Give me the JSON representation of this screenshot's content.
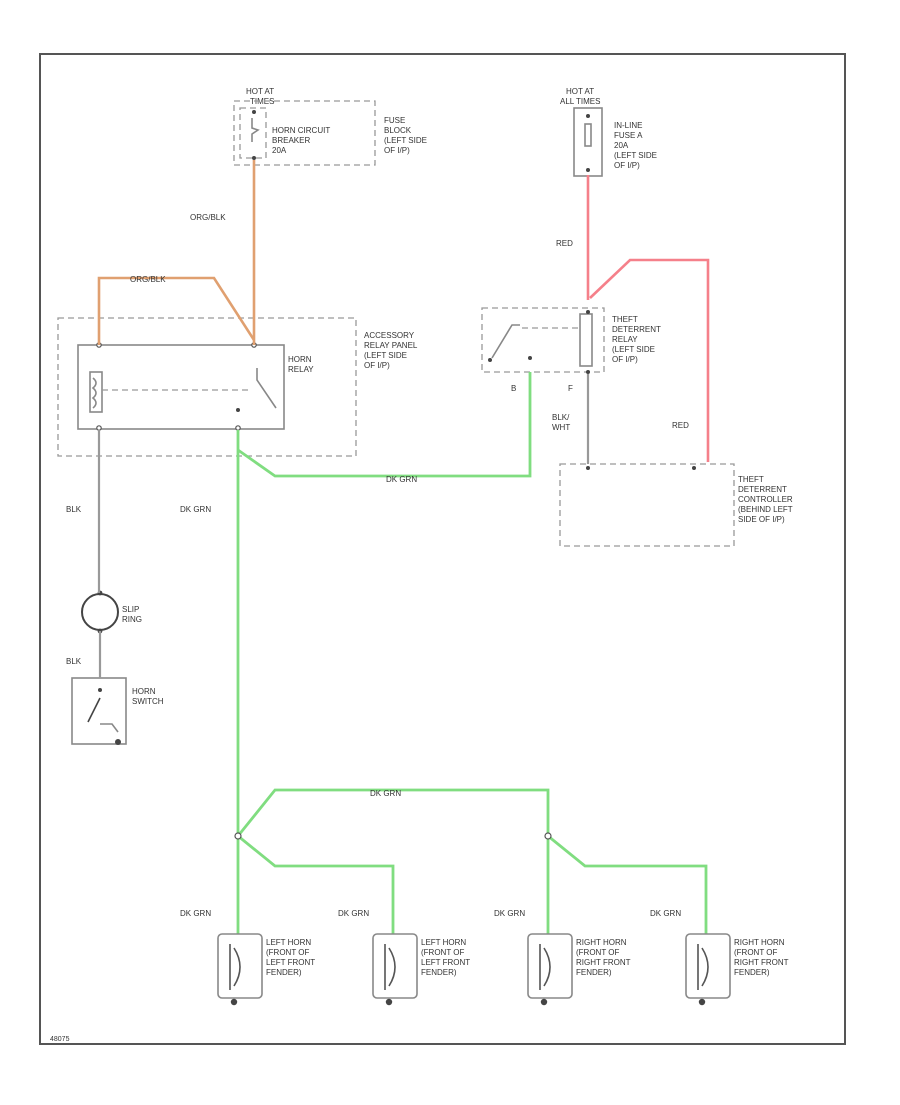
{
  "diagram_id": "48075",
  "colors": {
    "orange_wire": "#e0a070",
    "red_wire": "#f5808a",
    "green_wire": "#80dd80",
    "gray_wire": "#999999"
  },
  "components": {
    "horn_breaker": {
      "hot_at": [
        "HOT AT",
        "TIMES"
      ],
      "label": [
        "HORN CIRCUIT",
        "BREAKER",
        "20A"
      ],
      "location": [
        "FUSE",
        "BLOCK",
        "(LEFT SIDE",
        "OF I/P)"
      ]
    },
    "inline_fuse": {
      "hot_at": [
        "HOT AT",
        "ALL TIMES"
      ],
      "label": [
        "IN-LINE",
        "FUSE A",
        "20A",
        "(LEFT SIDE",
        "OF I/P)"
      ]
    },
    "accessory_panel": {
      "label": [
        "ACCESSORY",
        "RELAY PANEL",
        "(LEFT SIDE",
        "OF I/P)"
      ]
    },
    "horn_relay": {
      "label": [
        "HORN",
        "RELAY"
      ]
    },
    "theft_relay": {
      "label": [
        "THEFT",
        "DETERRENT",
        "RELAY",
        "(LEFT SIDE",
        "OF I/P)"
      ],
      "pins": [
        "B",
        "F"
      ]
    },
    "theft_controller": {
      "label": [
        "THEFT",
        "DETERRENT",
        "CONTROLLER",
        "(BEHIND LEFT",
        "SIDE OF I/P)"
      ]
    },
    "slip_ring": {
      "label": [
        "SLIP",
        "RING"
      ]
    },
    "horn_switch": {
      "label": [
        "HORN",
        "SWITCH"
      ]
    },
    "horns": [
      {
        "label": [
          "LEFT HORN",
          "(FRONT OF",
          "LEFT FRONT",
          "FENDER)"
        ]
      },
      {
        "label": [
          "LEFT HORN",
          "(FRONT OF",
          "LEFT FRONT",
          "FENDER)"
        ]
      },
      {
        "label": [
          "RIGHT HORN",
          "(FRONT OF",
          "RIGHT FRONT",
          "FENDER)"
        ]
      },
      {
        "label": [
          "RIGHT HORN",
          "(FRONT OF",
          "RIGHT FRONT",
          "FENDER)"
        ]
      }
    ]
  },
  "wire_labels": {
    "org_blk_vertical": "ORG/BLK",
    "org_blk_top": "ORG/BLK",
    "red_vertical": "RED",
    "red_right": "RED",
    "blk_wht": [
      "BLK/",
      "WHT"
    ],
    "dk_grn_relay": "DK GRN",
    "blk_upper": "BLK",
    "dk_grn_main": "DK GRN",
    "blk_lower": "BLK",
    "dk_grn_bus": "DK GRN",
    "dk_grn_horns": [
      "DK GRN",
      "DK GRN",
      "DK GRN",
      "DK GRN"
    ]
  }
}
